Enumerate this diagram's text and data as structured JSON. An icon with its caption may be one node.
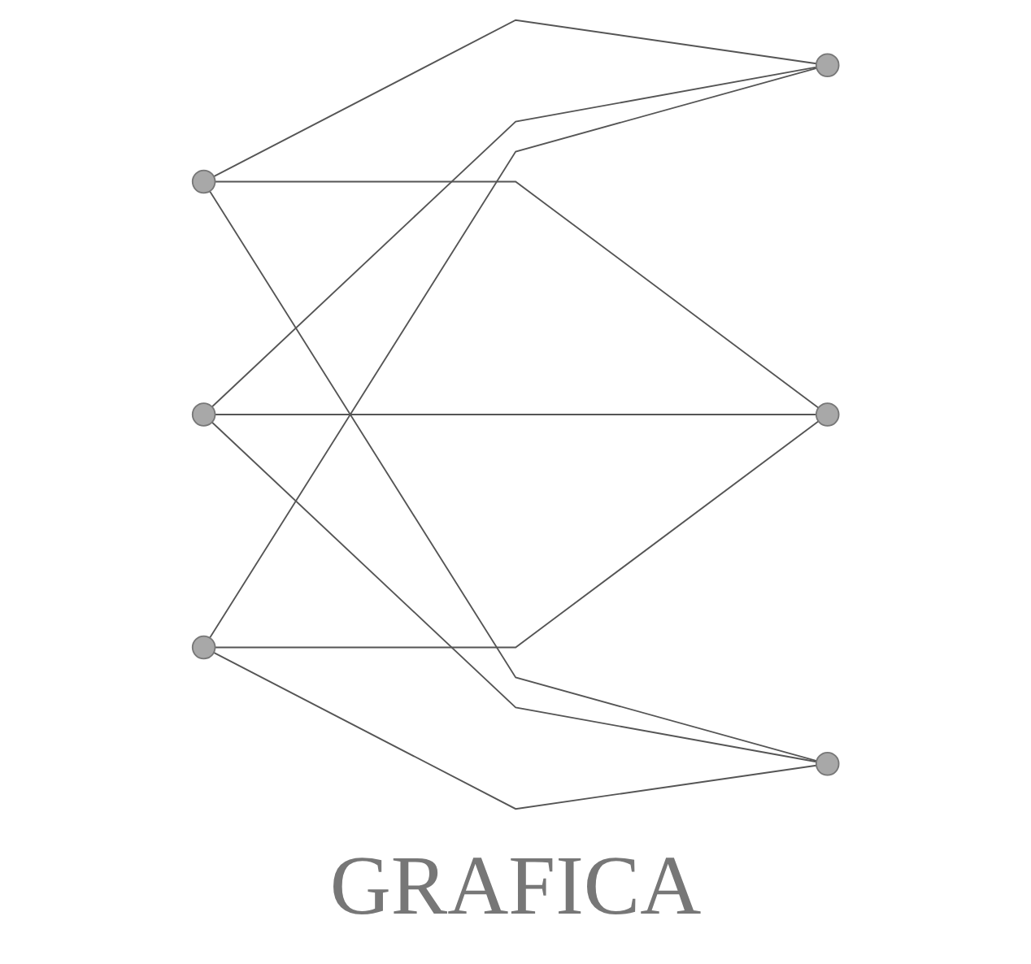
{
  "diagram": {
    "caption": "GRAFICA",
    "nodes": [
      {
        "text": [],
        "shape": "circle"
      },
      {
        "text": [],
        "shape": "circle"
      },
      {
        "text": [],
        "shape": "circle"
      },
      {
        "text": [],
        "shape": "circle"
      },
      {
        "text": [],
        "shape": "circle"
      },
      {
        "text": [],
        "shape": "circle"
      }
    ],
    "edges": [
      {
        "from": 0,
        "to": 3,
        "arrow": "none"
      },
      {
        "from": 0,
        "to": 4,
        "arrow": "none"
      },
      {
        "from": 0,
        "to": 5,
        "arrow": "none"
      },
      {
        "from": 1,
        "to": 3,
        "arrow": "none"
      },
      {
        "from": 1,
        "to": 4,
        "arrow": "none"
      },
      {
        "from": 1,
        "to": 5,
        "arrow": "none"
      },
      {
        "from": 2,
        "to": 3,
        "arrow": "none"
      },
      {
        "from": 2,
        "to": 4,
        "arrow": "none"
      },
      {
        "from": 2,
        "to": 5,
        "arrow": "none"
      }
    ]
  }
}
